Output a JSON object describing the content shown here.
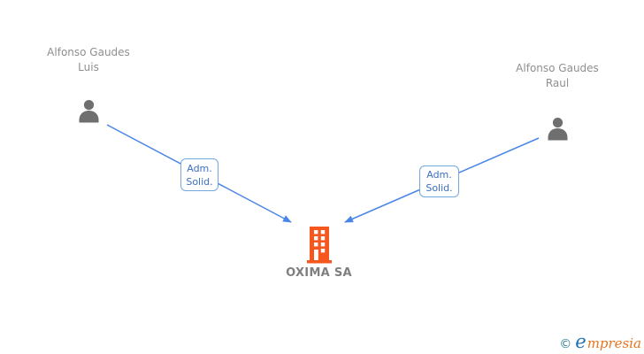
{
  "diagram": {
    "company": {
      "name": "OXIMA SA",
      "icon": "building-icon",
      "accent_color": "#f6571f",
      "text_color": "#7f7f7f"
    },
    "persons": [
      {
        "name": "Alfonso Gaudes Luis",
        "icon": "person-icon",
        "icon_color": "#6f6f6f"
      },
      {
        "name": "Alfonso Gaudes Raul",
        "icon": "person-icon",
        "icon_color": "#6f6f6f"
      }
    ],
    "edges": [
      {
        "from": "Alfonso Gaudes Luis",
        "to": "OXIMA SA",
        "label_line1": "Adm.",
        "label_line2": "Solid.",
        "line_color": "#4a86e8",
        "label_text_color": "#3a6fc4",
        "label_border_color": "#74a7dc"
      },
      {
        "from": "Alfonso Gaudes Raul",
        "to": "OXIMA SA",
        "label_line1": "Adm.",
        "label_line2": "Solid.",
        "line_color": "#4a86e8",
        "label_text_color": "#3a6fc4",
        "label_border_color": "#74a7dc"
      }
    ]
  },
  "watermark": {
    "copyright": "©",
    "brand_first_letter": "e",
    "brand_rest": "mpresia",
    "copyright_color": "#2e7d8c",
    "initial_color": "#1b6fb5",
    "rest_color": "#e8731e"
  }
}
